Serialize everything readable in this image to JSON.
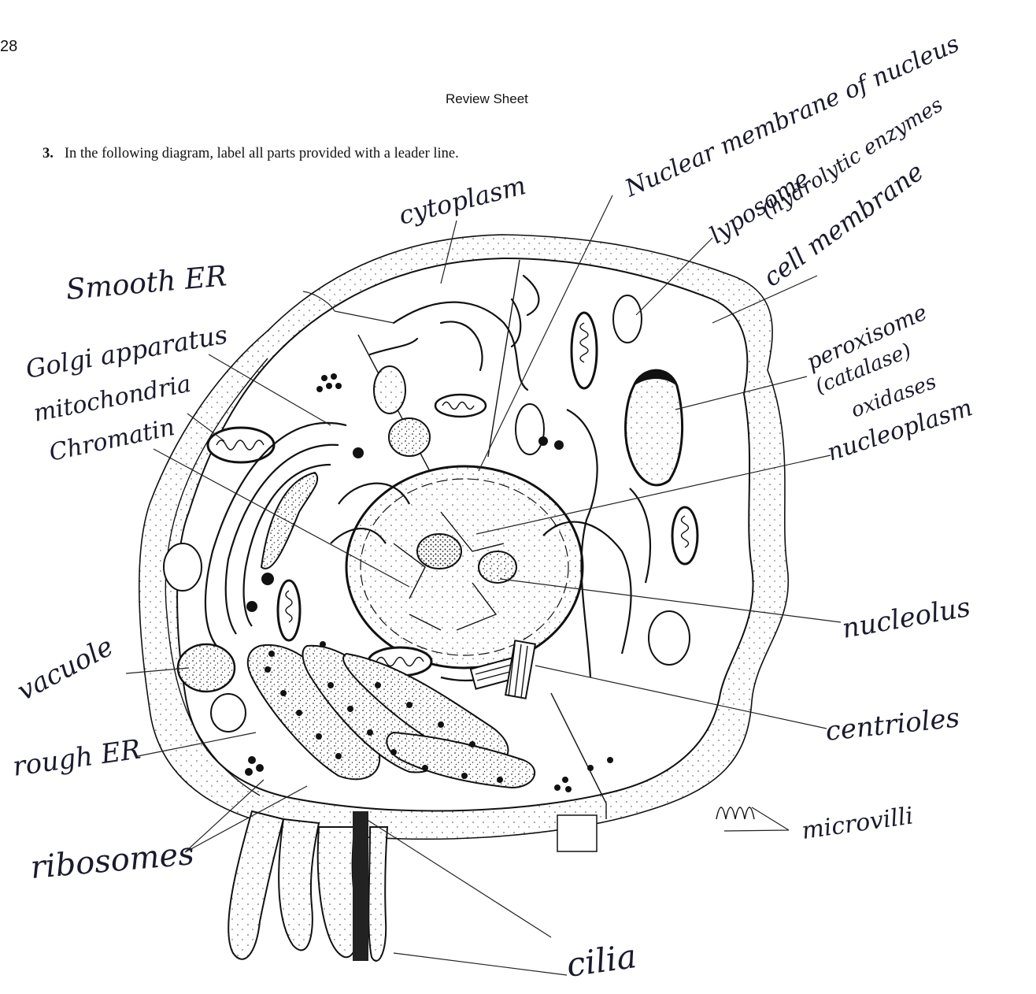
{
  "page_number": "28",
  "sheet_title": "Review Sheet",
  "question": {
    "number": "3.",
    "text": "In the following diagram, label all parts provided with a leader line."
  },
  "labels": {
    "cytoplasm": "cytoplasm",
    "nuclear_membrane": "Nuclear membrane of nucleus",
    "lysosome": "lyposome",
    "lysosome_note": "(hydrolytic enzymes",
    "cell_membrane": "cell membrane",
    "smooth_er": "Smooth ER",
    "golgi": "Golgi apparatus",
    "mitochondria": "mitochondria",
    "chromatin": "Chromatin",
    "peroxisome": "peroxisome",
    "peroxisome_note1": "(catalase)",
    "peroxisome_note2": "oxidases",
    "nucleoplasm": "nucleoplasm",
    "nucleolus": "nucleolus",
    "vacuole": "vacuole",
    "rough_er": "rough ER",
    "centrioles": "centrioles",
    "microvilli": "microvilli",
    "ribosomes": "ribosomes",
    "cilia": "cilia"
  }
}
